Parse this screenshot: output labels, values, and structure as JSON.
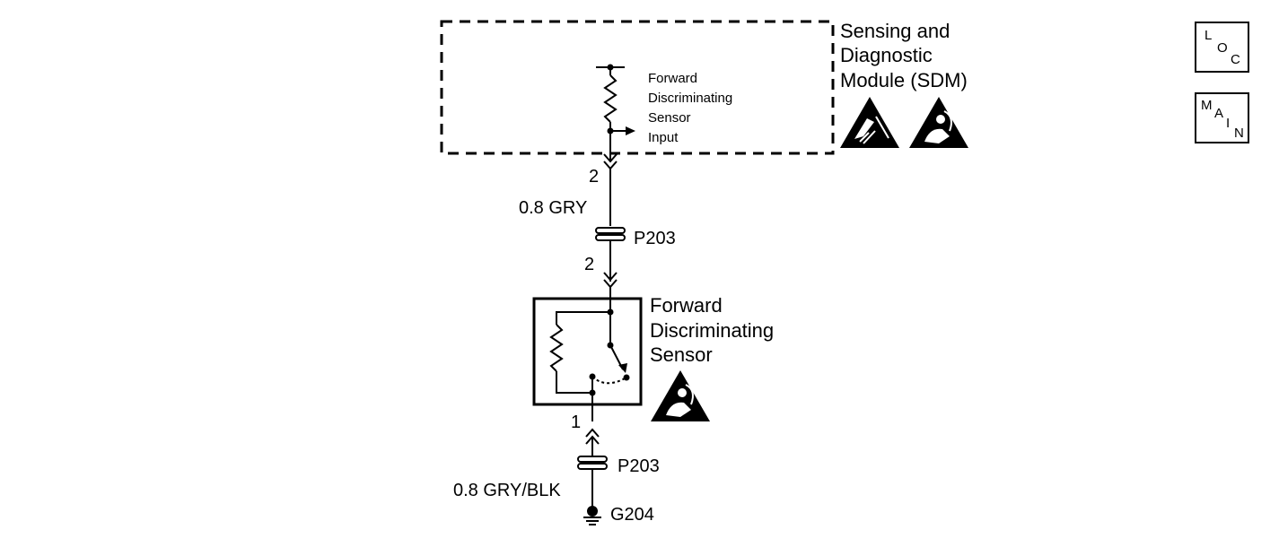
{
  "sdm": {
    "label_lines": [
      "Sensing and",
      "Diagnostic",
      "Module (SDM)"
    ],
    "input_label_lines": [
      "Forward",
      "Discriminating",
      "Sensor",
      "Input"
    ],
    "pin": "2"
  },
  "wire_upper": {
    "label": "0.8 GRY"
  },
  "connector_upper": {
    "label": "P203",
    "pin": "2"
  },
  "sensor": {
    "label_lines": [
      "Forward",
      "Discriminating",
      "Sensor"
    ],
    "pin": "1"
  },
  "connector_lower": {
    "label": "P203"
  },
  "wire_lower": {
    "label": "0.8 GRY/BLK"
  },
  "ground": {
    "label": "G204"
  },
  "nav": {
    "loc": {
      "letters": [
        "L",
        "O",
        "C"
      ]
    },
    "main": {
      "letters": [
        "M",
        "A",
        "I",
        "N"
      ]
    }
  },
  "icons": [
    "esd-warning-icon",
    "airbag-warning-icon",
    "airbag-warning-icon"
  ]
}
